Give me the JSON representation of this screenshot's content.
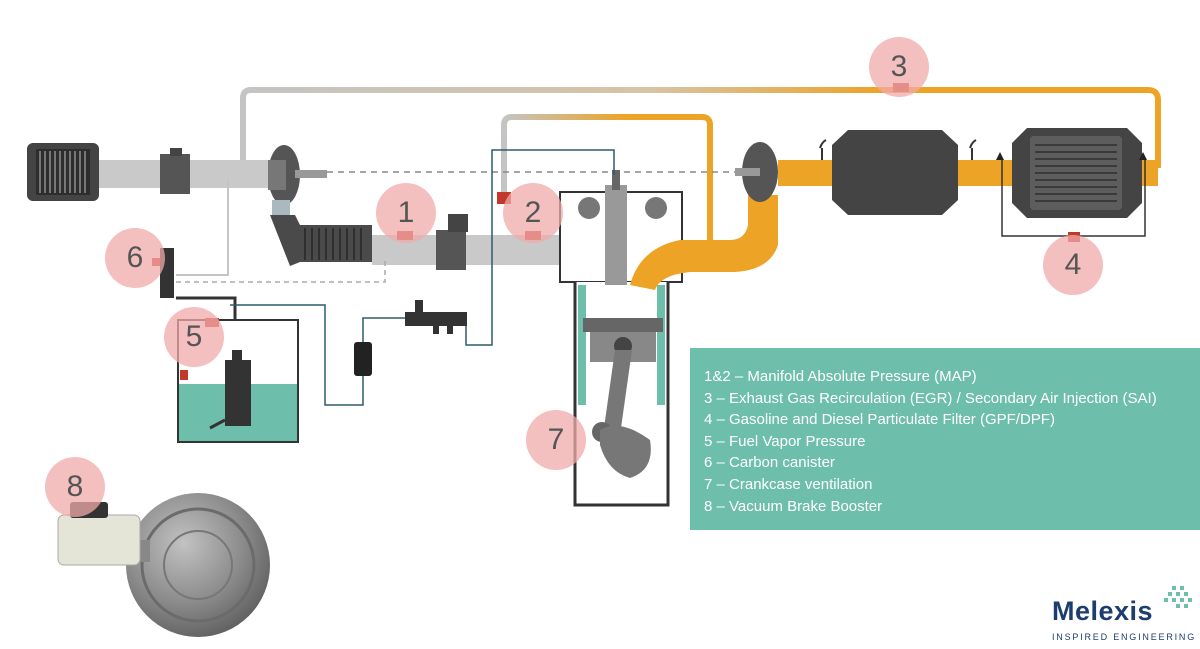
{
  "markers": [
    {
      "id": "1",
      "label": "1"
    },
    {
      "id": "2",
      "label": "2"
    },
    {
      "id": "3",
      "label": "3"
    },
    {
      "id": "4",
      "label": "4"
    },
    {
      "id": "5",
      "label": "5"
    },
    {
      "id": "6",
      "label": "6"
    },
    {
      "id": "7",
      "label": "7"
    },
    {
      "id": "8",
      "label": "8"
    }
  ],
  "legend": {
    "items": [
      "1&2 – Manifold Absolute Pressure (MAP)",
      "3 – Exhaust Gas Recirculation (EGR) / Secondary Air Injection (SAI)",
      "4 – Gasoline and Diesel Particulate Filter (GPF/DPF)",
      "5 – Fuel Vapor Pressure",
      "6 – Carbon canister",
      "7 – Crankcase ventilation",
      "8 – Vacuum Brake Booster"
    ]
  },
  "logo": {
    "name": "Melexis",
    "tagline": "INSPIRED ENGINEERING"
  },
  "colors": {
    "intake": "#c9c9c9",
    "exhaust": "#eda325",
    "marker": "#f0aaaa",
    "legend_bg": "#6dbfab",
    "tank_fluid": "#6dbfab",
    "brand": "#1d3d6f"
  }
}
